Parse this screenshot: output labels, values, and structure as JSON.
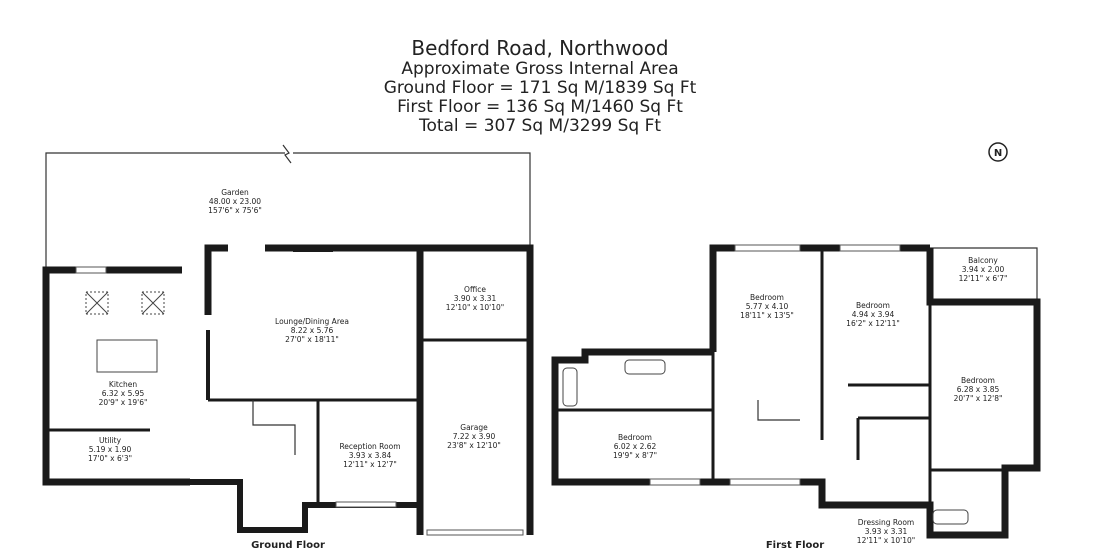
{
  "header": {
    "title": "Bedford Road, Northwood",
    "subtitle": "Approximate Gross Internal Area",
    "ground_area": "Ground Floor = 171 Sq M/1839 Sq Ft",
    "first_area": "First Floor = 136 Sq M/1460 Sq Ft",
    "total_area": "Total = 307 Sq M/3299 Sq Ft"
  },
  "compass": {
    "label": "N"
  },
  "ground_floor": {
    "label": "Ground Floor",
    "rooms": [
      {
        "name": "Garden",
        "metric": "48.00 x 23.00",
        "imperial": "157'6\" x 75'6\""
      },
      {
        "name": "Office",
        "metric": "3.90 x 3.31",
        "imperial": "12'10\" x 10'10\""
      },
      {
        "name": "Lounge/Dining Area",
        "metric": "8.22 x 5.76",
        "imperial": "27'0\" x 18'11\""
      },
      {
        "name": "Kitchen",
        "metric": "6.32 x 5.95",
        "imperial": "20'9\" x 19'6\""
      },
      {
        "name": "Utility",
        "metric": "5.19 x 1.90",
        "imperial": "17'0\" x 6'3\""
      },
      {
        "name": "Reception Room",
        "metric": "3.93 x 3.84",
        "imperial": "12'11\" x 12'7\""
      },
      {
        "name": "Garage",
        "metric": "7.22 x 3.90",
        "imperial": "23'8\" x 12'10\""
      }
    ]
  },
  "first_floor": {
    "label": "First Floor",
    "rooms": [
      {
        "name": "Bedroom",
        "metric": "5.77 x 4.10",
        "imperial": "18'11\" x 13'5\""
      },
      {
        "name": "Bedroom",
        "metric": "4.94 x 3.94",
        "imperial": "16'2\" x 12'11\""
      },
      {
        "name": "Balcony",
        "metric": "3.94 x 2.00",
        "imperial": "12'11\" x 6'7\""
      },
      {
        "name": "Bedroom",
        "metric": "6.28 x 3.85",
        "imperial": "20'7\" x 12'8\""
      },
      {
        "name": "Bedroom",
        "metric": "6.02 x 2.62",
        "imperial": "19'9\" x 8'7\""
      },
      {
        "name": "Dressing Room",
        "metric": "3.93 x 3.31",
        "imperial": "12'11\" x 10'10\""
      }
    ]
  }
}
